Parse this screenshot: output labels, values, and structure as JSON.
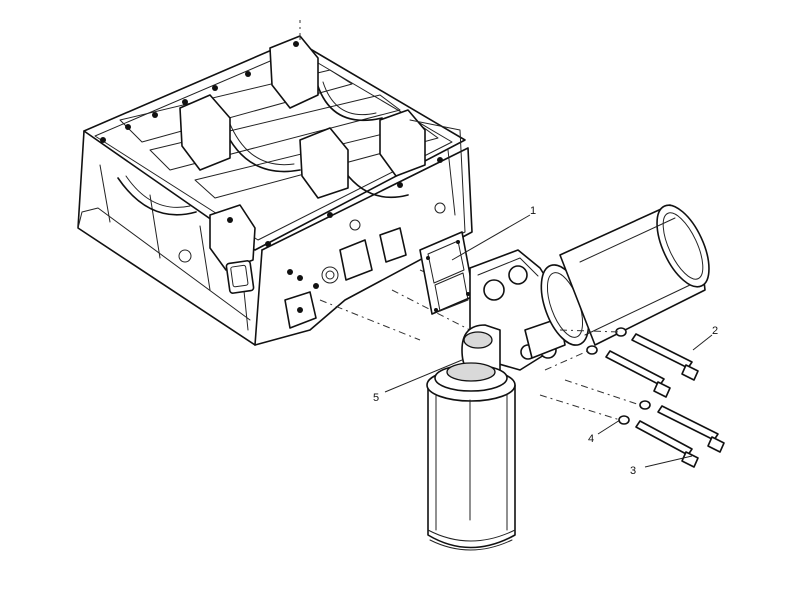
{
  "figure": {
    "background": "#ffffff",
    "line_color": "#111111"
  },
  "callouts": [
    {
      "label": "1"
    },
    {
      "label": "2"
    },
    {
      "label": "3"
    },
    {
      "label": "4"
    },
    {
      "label": "5"
    }
  ]
}
